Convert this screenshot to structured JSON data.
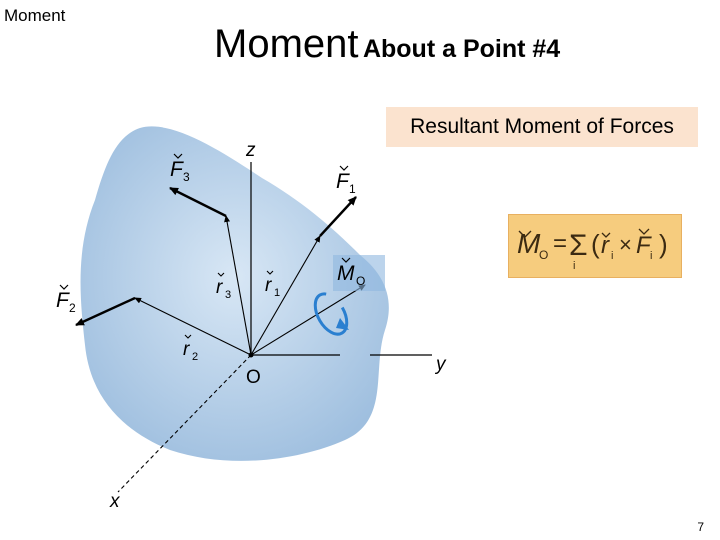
{
  "slide": {
    "corner_label": "Moment",
    "title_main": "Moment",
    "title_sub": "About a Point #4",
    "box_label": "Resultant Moment of Forces",
    "page_number": "7"
  },
  "diagram": {
    "axes": {
      "z": "z",
      "y": "y",
      "x": "x",
      "origin": "O"
    },
    "forces": [
      {
        "label": "F",
        "sub": "1"
      },
      {
        "label": "F",
        "sub": "2"
      },
      {
        "label": "F",
        "sub": "3"
      }
    ],
    "position_vectors": [
      {
        "label": "r",
        "sub": "1"
      },
      {
        "label": "r",
        "sub": "2"
      },
      {
        "label": "r",
        "sub": "3"
      }
    ],
    "moment": {
      "label": "M",
      "sub": "O"
    }
  },
  "formula": {
    "lhs": "M",
    "lhs_sub": "O",
    "sum_sub": "i",
    "r": "r",
    "r_sub": "i",
    "f": "F",
    "f_sub": "i"
  },
  "colors": {
    "body_fill": "#b8d2ea",
    "label_box": "#fbe3cf",
    "formula_box": "#f6cc7e",
    "moment_arrow": "#2a7fd0"
  }
}
